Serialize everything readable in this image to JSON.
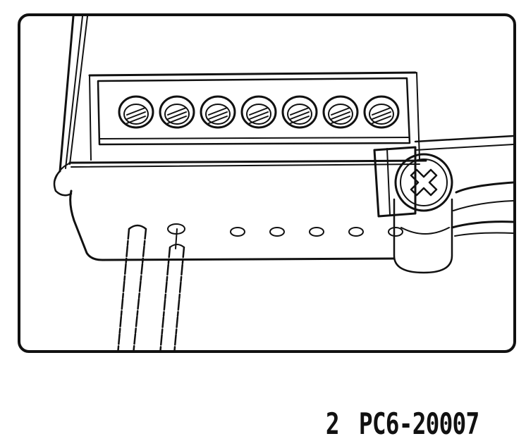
{
  "figure": {
    "step_number": "2",
    "part_code": "PC6-20007"
  },
  "components": {
    "terminal_screws": [
      "terminal-screw-1",
      "terminal-screw-2",
      "terminal-screw-3",
      "terminal-screw-4",
      "terminal-screw-5",
      "terminal-screw-6",
      "terminal-screw-7"
    ],
    "wire_ports": 6
  },
  "colors": {
    "ink": "#111111",
    "background": "#ffffff"
  }
}
